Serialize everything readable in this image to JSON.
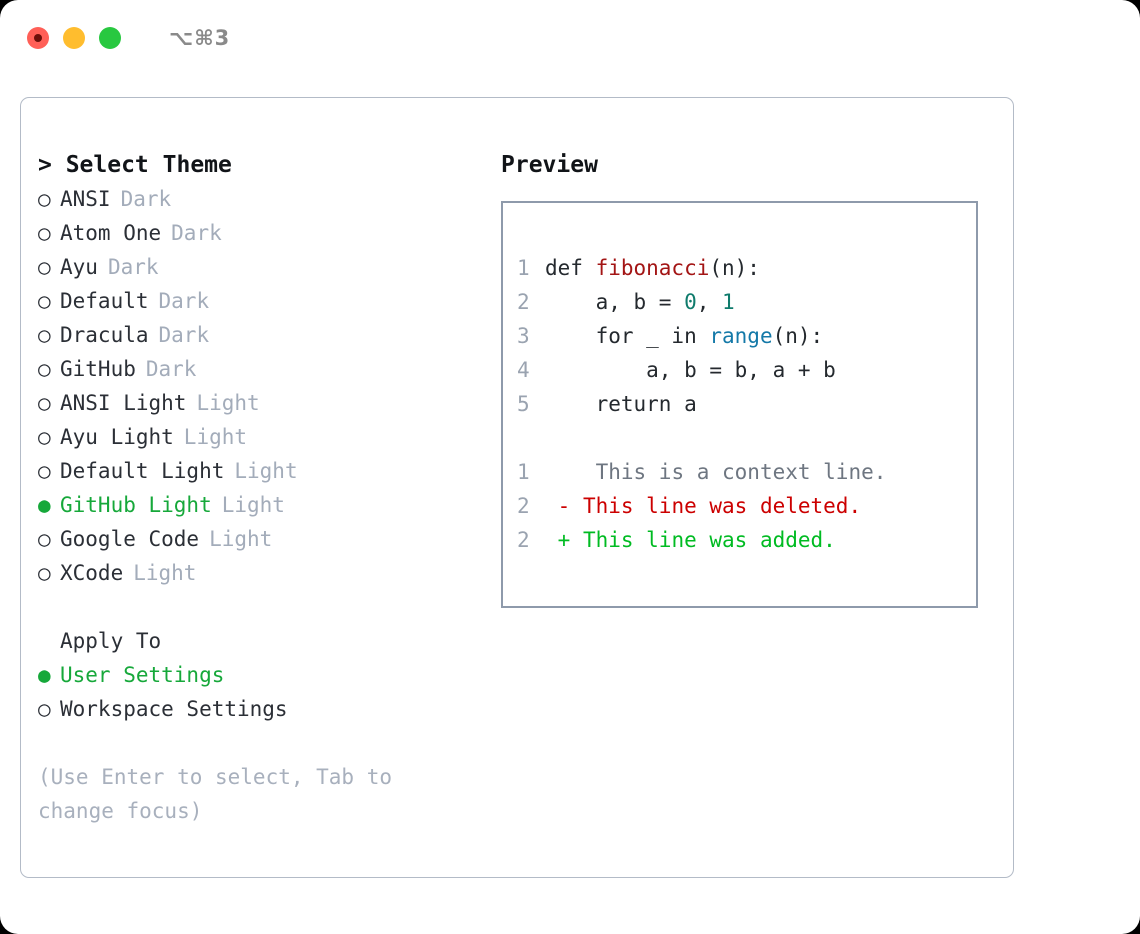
{
  "titlebar": {
    "shortcut": "⌥⌘3",
    "lights": [
      {
        "name": "close",
        "color": "#ff5f57"
      },
      {
        "name": "minimize",
        "color": "#ffbd2e"
      },
      {
        "name": "maximize",
        "color": "#28c840"
      }
    ]
  },
  "theme_picker": {
    "heading": "> Select Theme",
    "bullet_unselected": "○",
    "bullet_selected": "●",
    "items": [
      {
        "label": "ANSI",
        "tag": "Dark",
        "selected": false
      },
      {
        "label": "Atom One",
        "tag": "Dark",
        "selected": false
      },
      {
        "label": "Ayu",
        "tag": "Dark",
        "selected": false
      },
      {
        "label": "Default",
        "tag": "Dark",
        "selected": false
      },
      {
        "label": "Dracula",
        "tag": "Dark",
        "selected": false
      },
      {
        "label": "GitHub",
        "tag": "Dark",
        "selected": false
      },
      {
        "label": "ANSI Light",
        "tag": "Light",
        "selected": false
      },
      {
        "label": "Ayu Light",
        "tag": "Light",
        "selected": false
      },
      {
        "label": "Default Light",
        "tag": "Light",
        "selected": false
      },
      {
        "label": "GitHub Light",
        "tag": "Light",
        "selected": true
      },
      {
        "label": "Google Code",
        "tag": "Light",
        "selected": false
      },
      {
        "label": "XCode",
        "tag": "Light",
        "selected": false
      }
    ]
  },
  "apply_to": {
    "heading": "Apply To",
    "items": [
      {
        "label": "User Settings",
        "selected": true
      },
      {
        "label": "Workspace Settings",
        "selected": false
      }
    ]
  },
  "hint": "(Use Enter to select, Tab to change focus)",
  "preview": {
    "heading": "Preview",
    "code_lines": [
      {
        "no": "1",
        "segments": [
          {
            "text": "def ",
            "type": "plain"
          },
          {
            "text": "fibonacci",
            "type": "fn"
          },
          {
            "text": "(n):",
            "type": "plain"
          }
        ]
      },
      {
        "no": "2",
        "segments": [
          {
            "text": "    a, b = ",
            "type": "plain"
          },
          {
            "text": "0",
            "type": "num"
          },
          {
            "text": ", ",
            "type": "plain"
          },
          {
            "text": "1",
            "type": "num"
          }
        ]
      },
      {
        "no": "3",
        "segments": [
          {
            "text": "    for _ in ",
            "type": "plain"
          },
          {
            "text": "range",
            "type": "call"
          },
          {
            "text": "(n):",
            "type": "plain"
          }
        ]
      },
      {
        "no": "4",
        "segments": [
          {
            "text": "        a, b = b, a + b",
            "type": "plain"
          }
        ]
      },
      {
        "no": "5",
        "segments": [
          {
            "text": "    return a",
            "type": "plain"
          }
        ]
      }
    ],
    "diff_lines": [
      {
        "no": "1",
        "marker": " ",
        "text": "  This is a context line.",
        "kind": "ctx"
      },
      {
        "no": "2",
        "marker": "-",
        "text": " This line was deleted.",
        "kind": "del"
      },
      {
        "no": "2",
        "marker": "+",
        "text": " This line was added.",
        "kind": "add"
      }
    ]
  },
  "colors": {
    "selected_green": "#16a83a",
    "tag_grey": "#a3acba",
    "hint_grey": "#a8b0bd",
    "panel_border": "#b3bbc7",
    "preview_border": "#8e9aab",
    "fn_red": "#a31515",
    "num_teal": "#0f7b6c",
    "call_blue": "#1479a8",
    "diff_del": "#cc0000",
    "diff_add": "#00bb22",
    "diff_ctx": "#6e7681"
  }
}
